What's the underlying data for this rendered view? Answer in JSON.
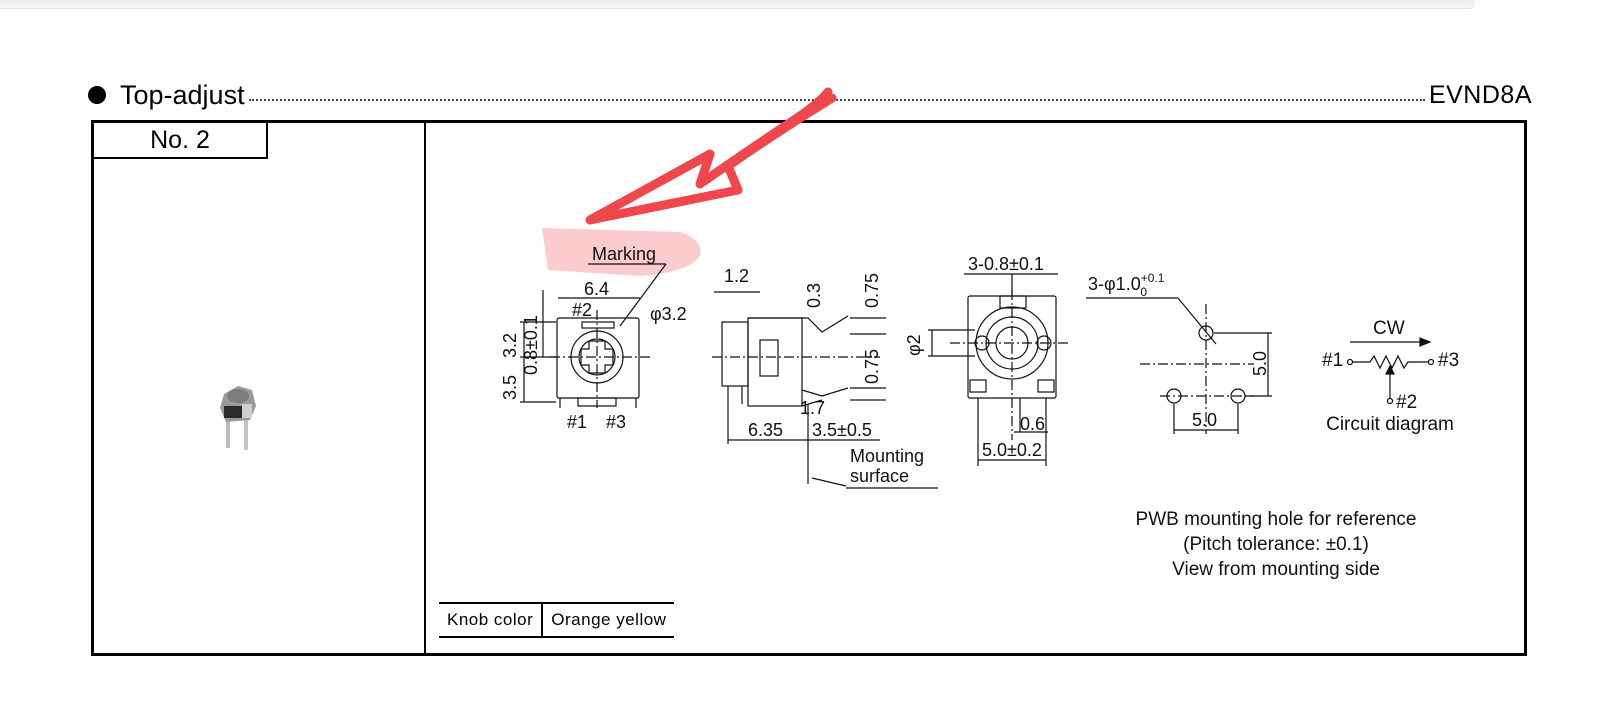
{
  "header": {
    "title": "Top-adjust",
    "model": "EVND8A"
  },
  "panel": {
    "number_label": "No. 2"
  },
  "drawing": {
    "front_view": {
      "marking_label": "Marking",
      "width_dim": "6.4",
      "pin2_label": "#2",
      "phi_label": "φ3.2",
      "dim_08": "0.8±0.1",
      "dim_32": "3.2",
      "dim_35": "3.5",
      "pin1_label": "#1",
      "pin3_label": "#3"
    },
    "side_view": {
      "dim_12": "1.2",
      "dim_03": "0.3",
      "dim_075a": "0.75",
      "dim_075b": "0.75",
      "dim_17": "1.7",
      "dim_635": "6.35",
      "dim_35": "3.5±0.5",
      "mounting_1": "Mounting",
      "mounting_2": "surface"
    },
    "bottom_view": {
      "dim_top": "3-0.8±0.1",
      "dim_phi2": "φ2",
      "dim_06": "0.6",
      "dim_50": "5.0±0.2"
    },
    "pwb": {
      "hole_base": "3-φ1.0",
      "hole_sup": "+0.1",
      "hole_sub": "0",
      "dim_vert": "5.0",
      "dim_horiz": "5.0",
      "note_1": "PWB mounting hole for reference",
      "note_2": "(Pitch tolerance: ±0.1)",
      "note_3": "View from mounting side"
    },
    "circuit": {
      "cw": "CW",
      "pin1": "#1",
      "pin3": "#3",
      "pin2": "#2",
      "caption": "Circuit diagram"
    }
  },
  "knob": {
    "label": "Knob color",
    "value": "Orange yellow"
  },
  "annotation": {
    "color": "#f0474d",
    "highlight_color": "#f7a1a5"
  }
}
